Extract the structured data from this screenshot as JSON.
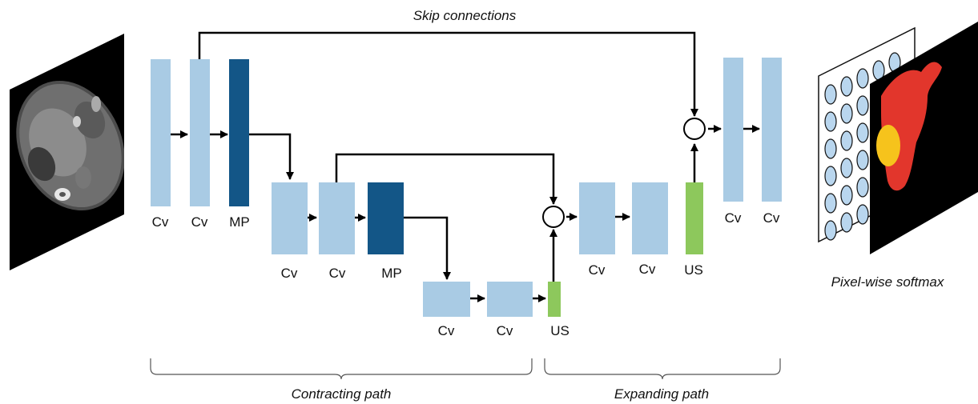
{
  "colors": {
    "conv": "#a9cbe4",
    "maxpool": "#135687",
    "upsample": "#8dc85c",
    "mask_liver": "#e2362c",
    "mask_lesion": "#f6c31c",
    "background_black": "#000000"
  },
  "diagram": {
    "top_caption": "Skip connections",
    "contracting_caption": "Contracting path",
    "expanding_caption": "Expanding path",
    "output_caption": "Pixel-wise softmax",
    "blocks": {
      "e1_conv1": {
        "type": "conv",
        "label": "Cv"
      },
      "e1_conv2": {
        "type": "conv",
        "label": "Cv"
      },
      "e1_pool": {
        "type": "maxpool",
        "label": "MP"
      },
      "e2_conv1": {
        "type": "conv",
        "label": "Cv"
      },
      "e2_conv2": {
        "type": "conv",
        "label": "Cv"
      },
      "e2_pool": {
        "type": "maxpool",
        "label": "MP"
      },
      "b_conv1": {
        "type": "conv",
        "label": "Cv"
      },
      "b_conv2": {
        "type": "conv",
        "label": "Cv"
      },
      "b_up": {
        "type": "upsample",
        "label": "US"
      },
      "d2_conv1": {
        "type": "conv",
        "label": "Cv"
      },
      "d2_conv2": {
        "type": "conv",
        "label": "Cv"
      },
      "d2_up": {
        "type": "upsample",
        "label": "US"
      },
      "d1_conv1": {
        "type": "conv",
        "label": "Cv"
      },
      "d1_conv2": {
        "type": "conv",
        "label": "Cv"
      }
    }
  }
}
